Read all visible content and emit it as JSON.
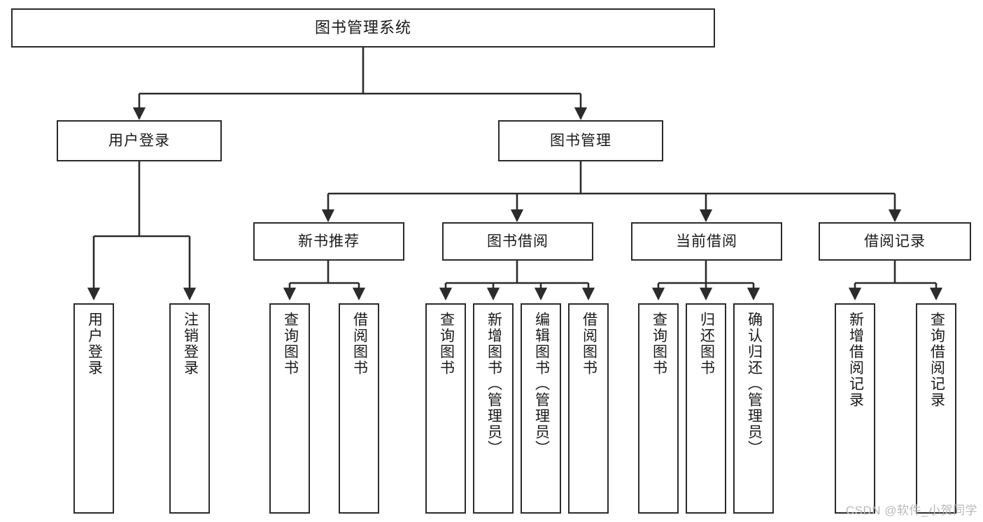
{
  "diagram": {
    "title": "图书管理系统",
    "type": "tree-hierarchy-chart",
    "stroke_color": "#2b2b2b",
    "background_color": "#ffffff",
    "text_color": "#1a1a1a"
  },
  "watermark": {
    "text": "CSDN @软件_小贺同学",
    "color": "#b9b9b9"
  },
  "nodes": {
    "root": {
      "label": "图书管理系统"
    },
    "level2": [
      {
        "label": "用户登录"
      },
      {
        "label": "图书管理"
      }
    ],
    "level3": [
      {
        "label": "新书推荐"
      },
      {
        "label": "图书借阅"
      },
      {
        "label": "当前借阅"
      },
      {
        "label": "借阅记录"
      }
    ],
    "leaves": {
      "user_login": [
        {
          "label": "用户登录"
        },
        {
          "label": "注销登录"
        }
      ],
      "new_book": [
        {
          "label": "查询图书"
        },
        {
          "label": "借阅图书"
        }
      ],
      "book_borrow": [
        {
          "label": "查询图书"
        },
        {
          "label": "新增图书（管理员）"
        },
        {
          "label": "编辑图书（管理员）"
        },
        {
          "label": "借阅图书"
        }
      ],
      "current_borrow": [
        {
          "label": "查询图书"
        },
        {
          "label": "归还图书"
        },
        {
          "label": "确认归还（管理员）"
        }
      ],
      "borrow_record": [
        {
          "label": "新增借阅记录"
        },
        {
          "label": "查询借阅记录"
        }
      ]
    }
  }
}
